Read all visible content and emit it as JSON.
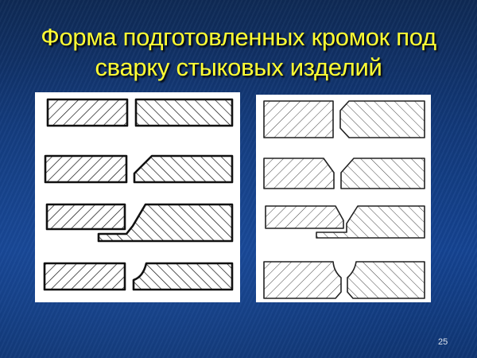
{
  "slide": {
    "title_line1": "Форма подготовленных кромок под",
    "title_line2": "сварку стыковых изделий",
    "page_number": "25",
    "colors": {
      "title": "#ffff33",
      "background": "#133b80",
      "panel": "#ffffff",
      "outline": "#111111"
    }
  },
  "figures": {
    "left_panel": {
      "description": "Hatched cross-sections of butt-joint edge preparations (bold outline)",
      "rows": [
        "square edges",
        "single bevel on right plate",
        "bevel with backing strip",
        "curved (J) bevel on right plate"
      ]
    },
    "right_panel": {
      "description": "Hatched cross-sections of butt-joint edge preparations (thin outline)",
      "rows": [
        "square left, double bevel right",
        "single V (both plates bevelled)",
        "V with backing strip",
        "double U (curved) groove"
      ]
    }
  }
}
